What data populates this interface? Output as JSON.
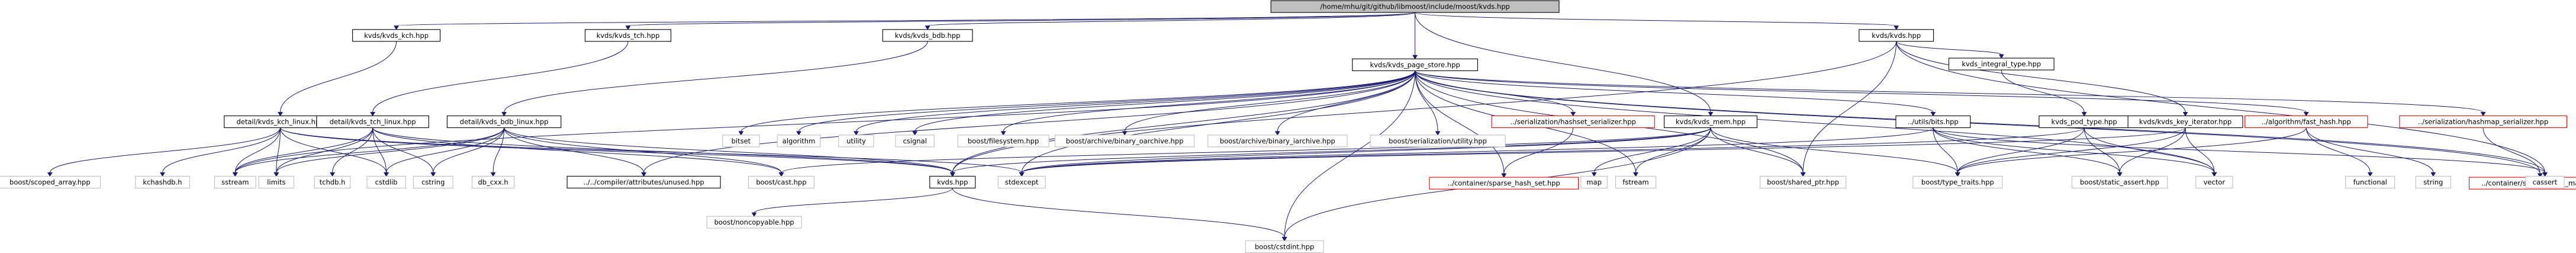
{
  "colors": {
    "edge": "#191970",
    "root_fill": "#bfbfbf",
    "node_fill": "#ffffff",
    "node_border": "#000000",
    "external_border": "#bfbfbf",
    "missing_border": "#ff0000",
    "text": "#000000"
  },
  "nodes": [
    {
      "id": "root",
      "label": "/home/mhu/git/github/libmoost/include/moost/kvds.hpp",
      "kind": "root"
    },
    {
      "id": "kch",
      "label": "kvds/kvds_kch.hpp",
      "kind": "internal"
    },
    {
      "id": "tch",
      "label": "kvds/kvds_tch.hpp",
      "kind": "internal"
    },
    {
      "id": "bdb",
      "label": "kvds/kvds_bdb.hpp",
      "kind": "internal"
    },
    {
      "id": "kvds",
      "label": "kvds/kvds.hpp",
      "kind": "internal"
    },
    {
      "id": "kchlinux",
      "label": "detail/kvds_kch_linux.hpp",
      "kind": "internal"
    },
    {
      "id": "tchlinux",
      "label": "detail/kvds_tch_linux.hpp",
      "kind": "internal"
    },
    {
      "id": "bdblinux",
      "label": "detail/kvds_bdb_linux.hpp",
      "kind": "internal"
    },
    {
      "id": "pagestore",
      "label": "kvds/kvds_page_store.hpp",
      "kind": "internal"
    },
    {
      "id": "inttype",
      "label": "kvds_integral_type.hpp",
      "kind": "internal"
    },
    {
      "id": "memhpp",
      "label": "kvds/kvds_mem.hpp",
      "kind": "internal"
    },
    {
      "id": "utilsbits",
      "label": "../utils/bits.hpp",
      "kind": "internal"
    },
    {
      "id": "podtype",
      "label": "kvds_pod_type.hpp",
      "kind": "internal"
    },
    {
      "id": "keyiter",
      "label": "kvds/kvds_key_iterator.hpp",
      "kind": "internal"
    },
    {
      "id": "hashset",
      "label": "../serialization/hashset_serializer.hpp",
      "kind": "missing"
    },
    {
      "id": "fasthash",
      "label": "../algorithm/fast_hash.hpp",
      "kind": "missing"
    },
    {
      "id": "hashmap",
      "label": "../serialization/hashmap_serializer.hpp",
      "kind": "missing"
    },
    {
      "id": "unused",
      "label": "../../compiler/attributes/unused.hpp",
      "kind": "internal"
    },
    {
      "id": "kvdshpp",
      "label": "kvds.hpp",
      "kind": "internal"
    },
    {
      "id": "sparseset",
      "label": "../container/sparse_hash_set.hpp",
      "kind": "missing"
    },
    {
      "id": "sparsemap",
      "label": "../container/sparse_hash_map.hpp",
      "kind": "missing"
    },
    {
      "id": "bitset",
      "label": "bitset",
      "kind": "external"
    },
    {
      "id": "algorithm",
      "label": "algorithm",
      "kind": "external"
    },
    {
      "id": "utility",
      "label": "utility",
      "kind": "external"
    },
    {
      "id": "csignal",
      "label": "csignal",
      "kind": "external"
    },
    {
      "id": "bfs",
      "label": "boost/filesystem.hpp",
      "kind": "external"
    },
    {
      "id": "boarch",
      "label": "boost/archive/binary_oarchive.hpp",
      "kind": "external"
    },
    {
      "id": "biarch",
      "label": "boost/archive/binary_iarchive.hpp",
      "kind": "external"
    },
    {
      "id": "sutil",
      "label": "boost/serialization/utility.hpp",
      "kind": "external"
    },
    {
      "id": "scopedarray",
      "label": "boost/scoped_array.hpp",
      "kind": "external"
    },
    {
      "id": "kchashdb",
      "label": "kchashdb.h",
      "kind": "external"
    },
    {
      "id": "sstream",
      "label": "sstream",
      "kind": "external"
    },
    {
      "id": "limits",
      "label": "limits",
      "kind": "external"
    },
    {
      "id": "tchdb",
      "label": "tchdb.h",
      "kind": "external"
    },
    {
      "id": "cstdlib",
      "label": "cstdlib",
      "kind": "external"
    },
    {
      "id": "cstring",
      "label": "cstring",
      "kind": "external"
    },
    {
      "id": "dbcxx",
      "label": "db_cxx.h",
      "kind": "external"
    },
    {
      "id": "bcast",
      "label": "boost/cast.hpp",
      "kind": "external"
    },
    {
      "id": "stdexcept",
      "label": "stdexcept",
      "kind": "external"
    },
    {
      "id": "map",
      "label": "map",
      "kind": "external"
    },
    {
      "id": "fstream",
      "label": "fstream",
      "kind": "external"
    },
    {
      "id": "sharedptr",
      "label": "boost/shared_ptr.hpp",
      "kind": "external"
    },
    {
      "id": "typetraits",
      "label": "boost/type_traits.hpp",
      "kind": "external"
    },
    {
      "id": "staticassert",
      "label": "boost/static_assert.hpp",
      "kind": "external"
    },
    {
      "id": "vector",
      "label": "vector",
      "kind": "external"
    },
    {
      "id": "functional",
      "label": "functional",
      "kind": "external"
    },
    {
      "id": "string",
      "label": "string",
      "kind": "external"
    },
    {
      "id": "cassert",
      "label": "cassert",
      "kind": "external"
    },
    {
      "id": "noncopyable",
      "label": "boost/noncopyable.hpp",
      "kind": "external"
    },
    {
      "id": "cstdint",
      "label": "boost/cstdint.hpp",
      "kind": "external"
    }
  ],
  "edges": [
    [
      "root",
      "kch"
    ],
    [
      "root",
      "tch"
    ],
    [
      "root",
      "bdb"
    ],
    [
      "root",
      "kvds"
    ],
    [
      "root",
      "pagestore"
    ],
    [
      "root",
      "memhpp"
    ],
    [
      "kch",
      "kchlinux"
    ],
    [
      "tch",
      "tchlinux"
    ],
    [
      "bdb",
      "bdblinux"
    ],
    [
      "kvds",
      "inttype"
    ],
    [
      "kvds",
      "keyiter"
    ],
    [
      "kvds",
      "sharedptr"
    ],
    [
      "kvds",
      "cassert"
    ],
    [
      "kvds",
      "kvdshpp"
    ],
    [
      "kchlinux",
      "scopedarray"
    ],
    [
      "kchlinux",
      "kchashdb"
    ],
    [
      "kchlinux",
      "sstream"
    ],
    [
      "kchlinux",
      "limits"
    ],
    [
      "kchlinux",
      "cstdlib"
    ],
    [
      "kchlinux",
      "stdexcept"
    ],
    [
      "kchlinux",
      "kvdshpp"
    ],
    [
      "tchlinux",
      "sstream"
    ],
    [
      "tchlinux",
      "limits"
    ],
    [
      "tchlinux",
      "tchdb"
    ],
    [
      "tchlinux",
      "cstdlib"
    ],
    [
      "tchlinux",
      "cstring"
    ],
    [
      "tchlinux",
      "kvdshpp"
    ],
    [
      "tchlinux",
      "bcast"
    ],
    [
      "bdblinux",
      "limits"
    ],
    [
      "bdblinux",
      "cstdlib"
    ],
    [
      "bdblinux",
      "cstring"
    ],
    [
      "bdblinux",
      "dbcxx"
    ],
    [
      "bdblinux",
      "unused"
    ],
    [
      "bdblinux",
      "kvdshpp"
    ],
    [
      "bdblinux",
      "bcast"
    ],
    [
      "bdblinux",
      "sstream"
    ],
    [
      "pagestore",
      "bitset"
    ],
    [
      "pagestore",
      "algorithm"
    ],
    [
      "pagestore",
      "utility"
    ],
    [
      "pagestore",
      "csignal"
    ],
    [
      "pagestore",
      "bfs"
    ],
    [
      "pagestore",
      "boarch"
    ],
    [
      "pagestore",
      "biarch"
    ],
    [
      "pagestore",
      "sutil"
    ],
    [
      "pagestore",
      "hashset"
    ],
    [
      "pagestore",
      "utilsbits"
    ],
    [
      "pagestore",
      "fasthash"
    ],
    [
      "pagestore",
      "hashmap"
    ],
    [
      "pagestore",
      "sparsemap"
    ],
    [
      "pagestore",
      "sparseset"
    ],
    [
      "pagestore",
      "kvdshpp"
    ],
    [
      "pagestore",
      "stdexcept"
    ],
    [
      "pagestore",
      "fstream"
    ],
    [
      "pagestore",
      "sharedptr"
    ],
    [
      "pagestore",
      "vector"
    ],
    [
      "pagestore",
      "cassert"
    ],
    [
      "pagestore",
      "cstdint"
    ],
    [
      "pagestore",
      "sstream"
    ],
    [
      "pagestore",
      "unused"
    ],
    [
      "inttype",
      "podtype"
    ],
    [
      "podtype",
      "typetraits"
    ],
    [
      "podtype",
      "staticassert"
    ],
    [
      "podtype",
      "vector"
    ],
    [
      "podtype",
      "stdexcept"
    ],
    [
      "keyiter",
      "typetraits"
    ],
    [
      "keyiter",
      "staticassert"
    ],
    [
      "keyiter",
      "vector"
    ],
    [
      "keyiter",
      "stdexcept"
    ],
    [
      "memhpp",
      "map"
    ],
    [
      "memhpp",
      "fstream"
    ],
    [
      "memhpp",
      "kvdshpp"
    ],
    [
      "memhpp",
      "sharedptr"
    ],
    [
      "memhpp",
      "stdexcept"
    ],
    [
      "memhpp",
      "cstdint"
    ],
    [
      "memhpp",
      "bcast"
    ],
    [
      "memhpp",
      "typetraits"
    ],
    [
      "utilsbits",
      "staticassert"
    ],
    [
      "utilsbits",
      "typetraits"
    ],
    [
      "utilsbits",
      "stdexcept"
    ],
    [
      "utilsbits",
      "cassert"
    ],
    [
      "utilsbits",
      "vector"
    ],
    [
      "hashset",
      "sparseset"
    ],
    [
      "fasthash",
      "functional"
    ],
    [
      "fasthash",
      "string"
    ],
    [
      "fasthash",
      "typetraits"
    ],
    [
      "hashmap",
      "sparsemap"
    ],
    [
      "kvdshpp",
      "noncopyable"
    ],
    [
      "kvdshpp",
      "cstdint"
    ]
  ]
}
